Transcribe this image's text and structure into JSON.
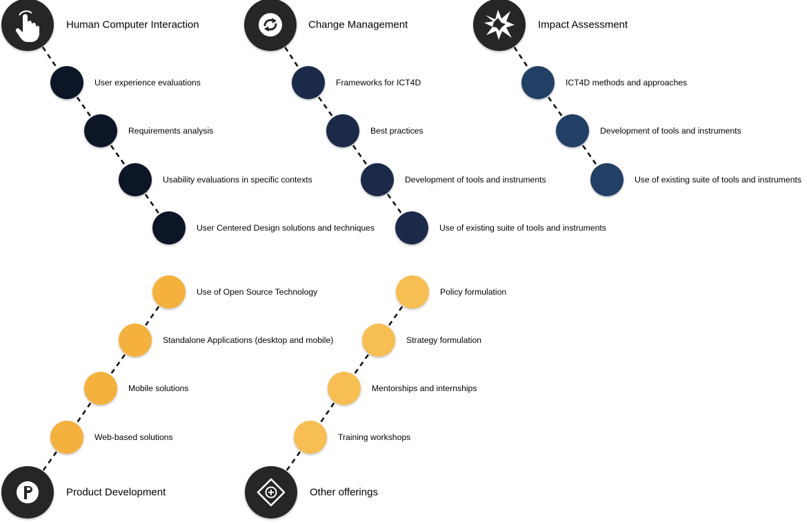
{
  "colors": {
    "head": "#262626",
    "dark_navy": "#0e1628",
    "mid_navy": "#1b2b4a",
    "light_navy": "#243f66",
    "orange": "#f5b13c",
    "light_orange": "#f6be52",
    "line": "#111111"
  },
  "groups": [
    {
      "id": "hci",
      "title": "Human Computer Interaction",
      "icon": "pointing-hand-icon",
      "items": [
        "User experience evaluations",
        "Requirements analysis",
        "Usability evaluations in specific contexts",
        "User Centered Design solutions and techniques"
      ]
    },
    {
      "id": "change-management",
      "title": "Change Management",
      "icon": "refresh-icon",
      "items": [
        "Frameworks for ICT4D",
        "Best practices",
        "Development of tools and instruments",
        "Use of existing suite of tools and instruments"
      ]
    },
    {
      "id": "impact-assessment",
      "title": "Impact Assessment",
      "icon": "burst-icon",
      "items": [
        "ICT4D methods and approaches",
        "Development of tools and instruments",
        "Use of existing suite of tools and instruments"
      ]
    },
    {
      "id": "product-development",
      "title": "Product Development",
      "icon": "p-letter-icon",
      "items": [
        "Use of Open Source Technology",
        "Standalone Applications (desktop and mobile)",
        "Mobile solutions",
        "Web-based solutions"
      ]
    },
    {
      "id": "other-offerings",
      "title": "Other offerings",
      "icon": "plus-diamond-icon",
      "items": [
        "Policy formulation",
        "Strategy formulation",
        "Mentorships and internships",
        "Training workshops"
      ]
    }
  ]
}
